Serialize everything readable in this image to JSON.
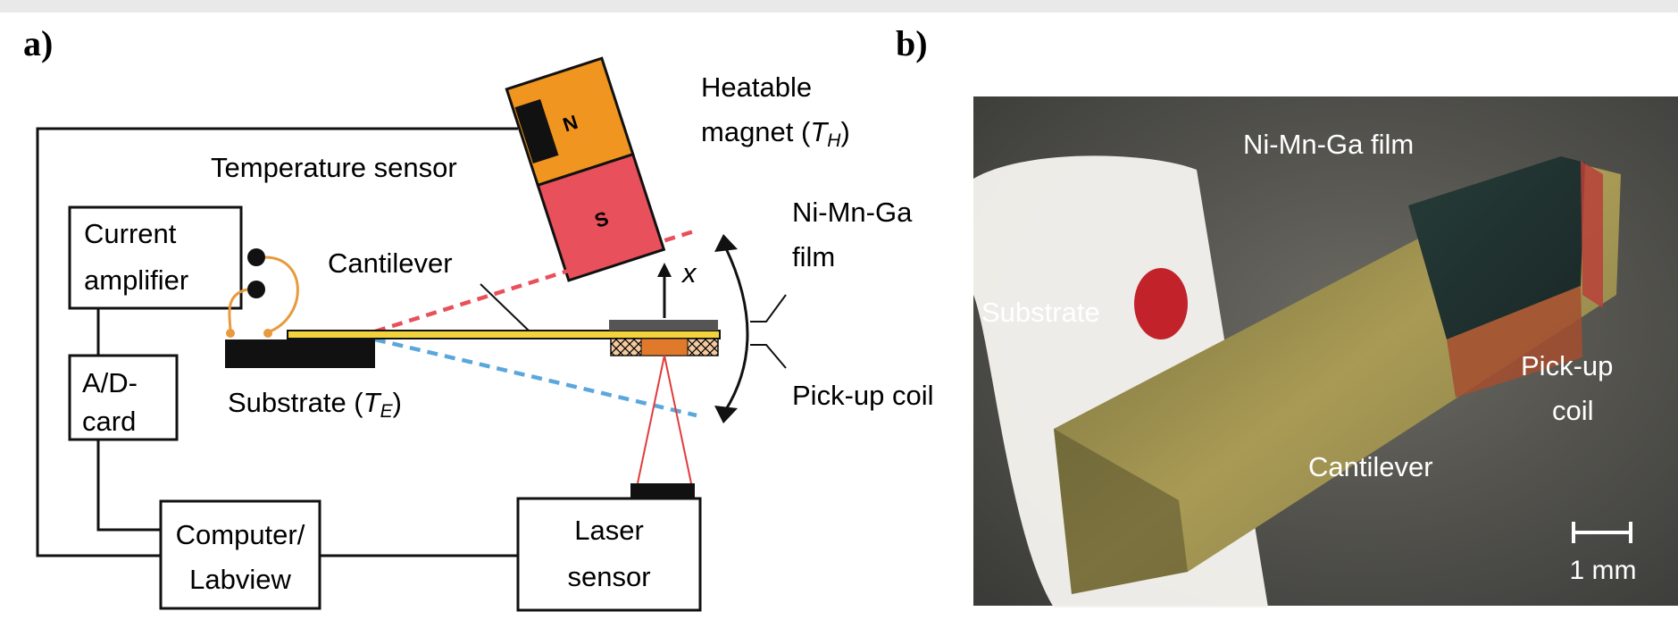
{
  "panel_a": {
    "letter": "a)",
    "labels": {
      "heatable_magnet_line1": "Heatable",
      "heatable_magnet_line2": "magnet (",
      "heatable_magnet_var": "T",
      "heatable_magnet_sub": "H",
      "heatable_magnet_close": ")",
      "temperature_sensor": "Temperature sensor",
      "magnet_north": "N",
      "magnet_south": "S",
      "current_amplifier_line1": "Current",
      "current_amplifier_line2": "amplifier",
      "cantilever": "Cantilever",
      "displacement": "x",
      "nimnga_film_line1": "Ni-Mn-Ga",
      "nimnga_film_line2": "film",
      "ad_card_line1": "A/D-",
      "ad_card_line2": "card",
      "substrate": "Substrate (",
      "substrate_var": "T",
      "substrate_sub": "E",
      "substrate_close": ")",
      "pickup_coil": "Pick-up coil",
      "computer_line1": "Computer/",
      "computer_line2": "Labview",
      "laser_line1": "Laser",
      "laser_line2": "sensor"
    },
    "colors": {
      "magnet_north": "#f0951f",
      "magnet_south": "#e8505b",
      "cantilever": "#f2d33c",
      "coil_core": "#e07a2a",
      "coil_winding": "#f3c9a0",
      "wires_orange": "#e89a3c",
      "dashed_red": "#e8505b",
      "dashed_blue": "#5aa7dc",
      "laser_beam": "#e23b3b"
    }
  },
  "panel_b": {
    "letter": "b)",
    "labels": {
      "nimnga_film": "Ni-Mn-Ga film",
      "substrate": "Substrate",
      "pickup_coil_line1": "Pick-up",
      "pickup_coil_line2": "coil",
      "cantilever": "Cantilever",
      "scale": "1 mm"
    }
  }
}
